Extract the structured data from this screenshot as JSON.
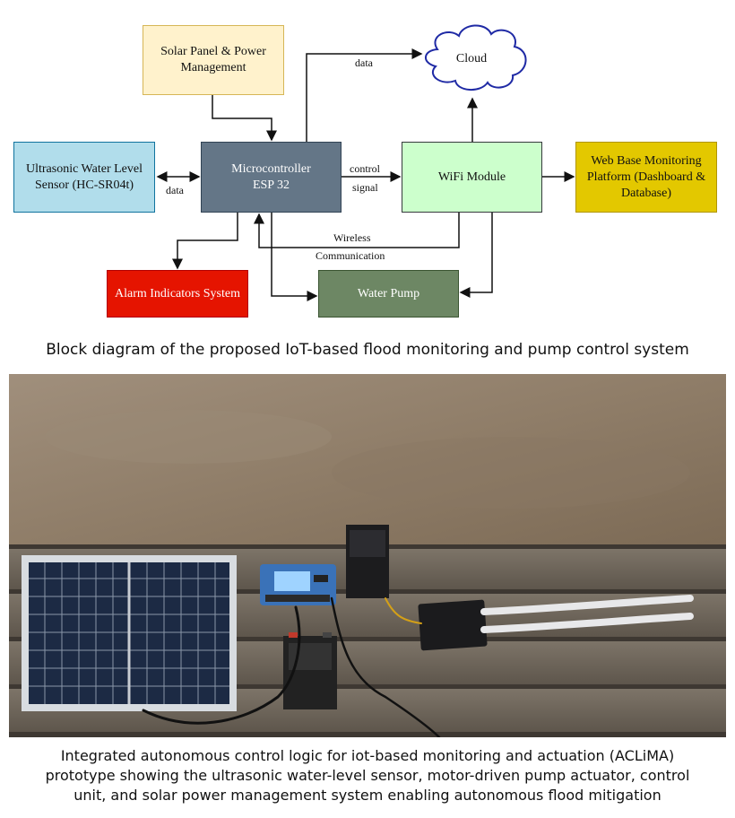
{
  "diagram": {
    "blocks": {
      "solar": "Solar Panel & Power Management",
      "cloud": "Cloud",
      "ultrasonic": "Ultrasonic Water Level Sensor (HC-SR04t)",
      "microcontroller_line1": "Microcontroller",
      "microcontroller_line2": "ESP 32",
      "wifi": "WiFi Module",
      "web": "Web Base Monitoring Platform (Dashboard & Database)",
      "alarm": "Alarm Indicators System",
      "pump": "Water Pump"
    },
    "labels": {
      "data_top": "data",
      "data_left": "data",
      "control_line1": "control",
      "control_line2": "signal",
      "wireless_line1": "Wireless",
      "wireless_line2": "Communication"
    },
    "colors": {
      "solar": "#FFF2CC",
      "cloud": "#FFFFFF",
      "ultrasonic": "#B1DDEB",
      "microcontroller": "#647687",
      "wifi": "#CCFFCC",
      "web": "#E3C800",
      "alarm": "#E51400",
      "pump": "#6D8764"
    }
  },
  "captions": {
    "top": "Block diagram of the proposed IoT-based flood monitoring and pump control system",
    "bottom_line1": "Integrated autonomous control logic for iot-based monitoring and actuation (ACLiMA)",
    "bottom_line2": "prototype showing the ultrasonic water-level sensor, motor-driven pump actuator, control",
    "bottom_line3": "unit, and solar power management system enabling autonomous flood mitigation"
  }
}
